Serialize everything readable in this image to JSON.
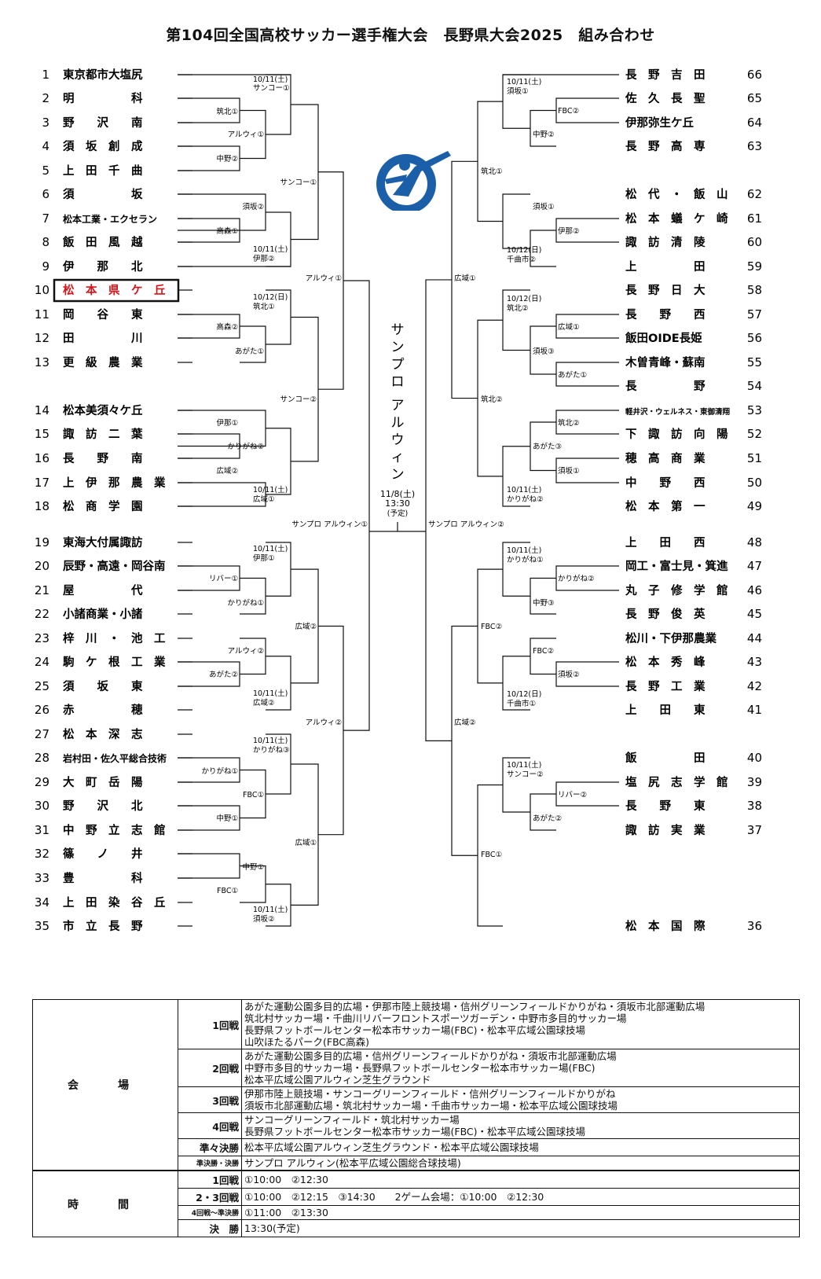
{
  "title": "第104回全国高校サッカー選手権大会　長野県大会2025　組み合わせ",
  "left_teams": [
    {
      "num": "1",
      "name": "東京都市大塩尻"
    },
    {
      "num": "2",
      "name": "明　　　　　科"
    },
    {
      "num": "3",
      "name": "野　　沢　　南"
    },
    {
      "num": "4",
      "name": "須　坂　創　成"
    },
    {
      "num": "5",
      "name": "上　田　千　曲"
    },
    {
      "num": "6",
      "name": "須　　　　　坂"
    },
    {
      "num": "7",
      "name": "松本工業・エクセラン"
    },
    {
      "num": "8",
      "name": "飯　田　風　越"
    },
    {
      "num": "9",
      "name": "伊　　那　　北"
    },
    {
      "num": "10",
      "name": "松　本　県　ケ　丘"
    },
    {
      "num": "11",
      "name": "岡　　谷　　東"
    },
    {
      "num": "12",
      "name": "田　　　　　川"
    },
    {
      "num": "13",
      "name": "更　級　農　業"
    },
    {
      "num": "14",
      "name": "松本美須々ケ丘"
    },
    {
      "num": "15",
      "name": "諏　訪　二　葉"
    },
    {
      "num": "16",
      "name": "長　　野　　南"
    },
    {
      "num": "17",
      "name": "上　伊　那　農　業"
    },
    {
      "num": "18",
      "name": "松　商　学　園"
    },
    {
      "num": "19",
      "name": "東海大付属諏訪"
    },
    {
      "num": "20",
      "name": "辰野・高遠・岡谷南"
    },
    {
      "num": "21",
      "name": "屋　　　　　代"
    },
    {
      "num": "22",
      "name": "小諸商業・小諸"
    },
    {
      "num": "23",
      "name": "梓　川　・　池　工"
    },
    {
      "num": "24",
      "name": "駒　ケ　根　工　業"
    },
    {
      "num": "25",
      "name": "須　　坂　　東"
    },
    {
      "num": "26",
      "name": "赤　　　　　穂"
    },
    {
      "num": "27",
      "name": "松　本　深　志"
    },
    {
      "num": "28",
      "name": "岩村田・佐久平総合技術"
    },
    {
      "num": "29",
      "name": "大　町　岳　陽"
    },
    {
      "num": "30",
      "name": "野　　沢　　北"
    },
    {
      "num": "31",
      "name": "中　野　立　志　館"
    },
    {
      "num": "32",
      "name": "篠　　ノ　　井"
    },
    {
      "num": "33",
      "name": "豊　　　　　科"
    },
    {
      "num": "34",
      "name": "上　田　染　谷　丘"
    },
    {
      "num": "35",
      "name": "市　立　長　野"
    }
  ],
  "right_teams": [
    {
      "num": "66",
      "name": "長　野　吉　田"
    },
    {
      "num": "65",
      "name": "佐　久　長　聖"
    },
    {
      "num": "64",
      "name": "伊那弥生ケ丘"
    },
    {
      "num": "63",
      "name": "長　野　高　専"
    },
    {
      "num": "62",
      "name": "松　代　・　飯　山"
    },
    {
      "num": "61",
      "name": "松　本　蟻　ケ　崎"
    },
    {
      "num": "60",
      "name": "諏　訪　清　陵"
    },
    {
      "num": "59",
      "name": "上　　　　　田"
    },
    {
      "num": "58",
      "name": "長　野　日　大"
    },
    {
      "num": "57",
      "name": "長　　野　　西"
    },
    {
      "num": "56",
      "name": "飯田OIDE長姫"
    },
    {
      "num": "55",
      "name": "木曽青峰・蘇南"
    },
    {
      "num": "54",
      "name": "長　　　　　野"
    },
    {
      "num": "53",
      "name": "軽井沢・ウェルネス・東御清翔"
    },
    {
      "num": "52",
      "name": "下　諏　訪　向　陽"
    },
    {
      "num": "51",
      "name": "穂　高　商　業"
    },
    {
      "num": "50",
      "name": "中　　野　　西"
    },
    {
      "num": "49",
      "name": "松　本　第　一"
    },
    {
      "num": "48",
      "name": "上　　田　　西"
    },
    {
      "num": "47",
      "name": "岡工・富士見・箕進"
    },
    {
      "num": "46",
      "name": "丸　子　修　学　館"
    },
    {
      "num": "45",
      "name": "長　野　俊　英"
    },
    {
      "num": "44",
      "name": "松川・下伊那農業"
    },
    {
      "num": "43",
      "name": "松　本　秀　峰"
    },
    {
      "num": "42",
      "name": "長　野　工　業"
    },
    {
      "num": "41",
      "name": "上　　田　　東"
    },
    {
      "num": "40",
      "name": "飯　　　　　田"
    },
    {
      "num": "39",
      "name": "塩　尻　志　学　館"
    },
    {
      "num": "38",
      "name": "長　　野　　東"
    },
    {
      "num": "37",
      "name": "諏　訪　実　業"
    },
    {
      "num": "36",
      "name": "松　本　国　際"
    }
  ],
  "match_labels": {
    "l_d1": "10/11(土)",
    "l_d1v": "サンコー①",
    "l_a": "筑北①",
    "l_b": "アルウィ①",
    "l_c": "中野②",
    "l_d": "須坂②",
    "l_e": "高森①",
    "l_d2": "10/11(土)",
    "l_d2v": "伊那②",
    "l_f": "サンコー①",
    "l_q1": "アルウィ①",
    "l_d3": "10/12(日)",
    "l_d3v": "筑北①",
    "l_g": "高森②",
    "l_h": "あがた①",
    "l_i": "サンコー②",
    "l_j": "伊那①",
    "l_k": "かりがね②",
    "l_l": "広域②",
    "l_d4": "10/11(土)",
    "l_d4v": "広域①",
    "l_d5": "10/11(土)",
    "l_d5v": "伊那①",
    "l_m": "リバー①",
    "l_n": "かりがね①",
    "l_o": "広域②",
    "l_p": "アルウィ②",
    "l_r": "あがた②",
    "l_d6": "10/11(土)",
    "l_d6v": "広域②",
    "l_q2": "アルウィ②",
    "l_d7": "10/11(土)",
    "l_d7v": "かりがね③",
    "l_s": "かりがね①",
    "l_t": "FBC①",
    "l_u": "中野①",
    "l_v": "広域①",
    "l_w": "中野①",
    "l_x": "FBC①",
    "l_d8": "10/11(土)",
    "l_d8v": "須坂②",
    "r_d1": "10/11(土)",
    "r_d1v": "須坂①",
    "r_a": "FBC②",
    "r_b": "中野②",
    "r_c": "筑北①",
    "r_e": "須坂①",
    "r_f": "伊那②",
    "r_d2": "10/12(日)",
    "r_d2v": "千曲市②",
    "r_q1": "広域①",
    "r_d3": "10/12(日)",
    "r_d3v": "筑北②",
    "r_g": "広域①",
    "r_h": "須坂③",
    "r_i": "あがた①",
    "r_j": "筑北②",
    "r_k": "筑北②",
    "r_l": "あがた③",
    "r_m": "須坂①",
    "r_d4": "10/11(土)",
    "r_d4v": "かりがね②",
    "r_d5": "10/11(土)",
    "r_d5v": "かりがね①",
    "r_n": "かりがね②",
    "r_o": "中野③",
    "r_p": "FBC②",
    "r_q": "FBC②",
    "r_r": "須坂②",
    "r_d6": "10/12(日)",
    "r_d6v": "千曲市①",
    "r_q2": "広域②",
    "r_d7": "10/11(土)",
    "r_d7v": "サンコー②",
    "r_s": "リバー②",
    "r_t": "あがた②",
    "r_u": "FBC①",
    "c_left": "サンプロ アルウィン①",
    "c_right": "サンプロ アルウィン②"
  },
  "final": {
    "venue_vertical": "サンプロ アルウィン",
    "date": "11/8(土)",
    "time": "13:30",
    "note": "(予定)"
  },
  "venue_table": {
    "venue_head": "会　場",
    "time_head": "時　間",
    "rows": [
      {
        "round": "1回戦",
        "lines": [
          "あがた運動公園多目的広場・伊那市陸上競技場・信州グリーンフィールドかりがね・須坂市北部運動広場",
          "筑北村サッカー場・千曲川リバーフロントスポーツガーデン・中野市多目的サッカー場",
          "長野県フットボールセンター松本市サッカー場(FBC)・松本平広域公園球技場",
          "山吹ほたるパーク(FBC高森)"
        ]
      },
      {
        "round": "2回戦",
        "lines": [
          "あがた運動公園多目的広場・信州グリーンフィールドかりがね・須坂市北部運動広場",
          "中野市多目的サッカー場・長野県フットボールセンター松本市サッカー場(FBC)",
          "松本平広域公園アルウィン芝生グラウンド"
        ]
      },
      {
        "round": "3回戦",
        "lines": [
          "伊那市陸上競技場・サンコーグリーンフィールド・信州グリーンフィールドかりがね",
          "須坂市北部運動広場・筑北村サッカー場・千曲市サッカー場・松本平広域公園球技場"
        ]
      },
      {
        "round": "4回戦",
        "lines": [
          "サンコーグリーンフィールド・筑北村サッカー場",
          "長野県フットボールセンター松本市サッカー場(FBC)・松本平広域公園球技場"
        ]
      },
      {
        "round": "準々決勝",
        "lines": [
          "松本平広域公園アルウィン芝生グラウンド・松本平広域公園球技場"
        ]
      },
      {
        "round": "準決勝・決勝",
        "lines": [
          "サンプロ アルウィン(松本平広域公園総合球技場)"
        ]
      }
    ],
    "times": [
      {
        "round": "1回戦",
        "value": "①10:00　②12:30"
      },
      {
        "round": "2・3回戦",
        "value": "①10:00　②12:15　③14:30　　2ゲーム会場：①10:00　②12:30"
      },
      {
        "round": "4回戦〜準決勝",
        "value": "①11:00　②13:30"
      },
      {
        "round": "決　勝",
        "value": "13:30(予定)"
      }
    ]
  },
  "colors": {
    "highlight": "#d4141a",
    "logo_blue": "#1b5fa8"
  }
}
